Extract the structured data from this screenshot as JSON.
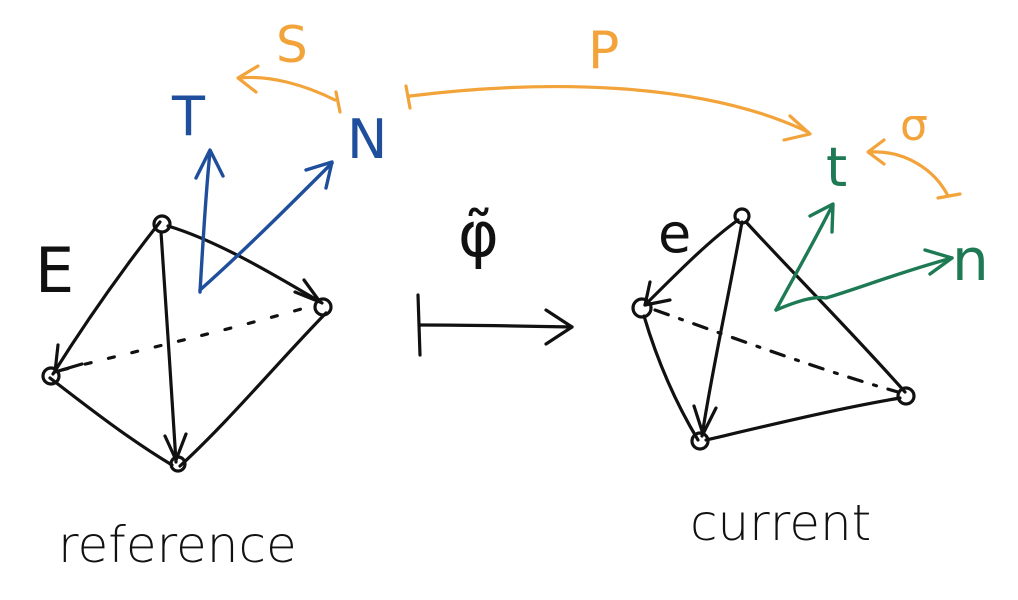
{
  "colors": {
    "black": "#111111",
    "blue": "#1f4f9c",
    "orange": "#f2a33a",
    "green": "#1e7a55"
  },
  "labels": {
    "reference_element": "E",
    "current_element": "e",
    "mapping": "φ̃",
    "reference_caption": "reference",
    "current_caption": "current",
    "ref_tangent": "T",
    "ref_normal": "N",
    "cur_tangent": "t",
    "cur_normal": "n",
    "ref_map": "S",
    "cur_map": "σ",
    "push_map": "P"
  }
}
